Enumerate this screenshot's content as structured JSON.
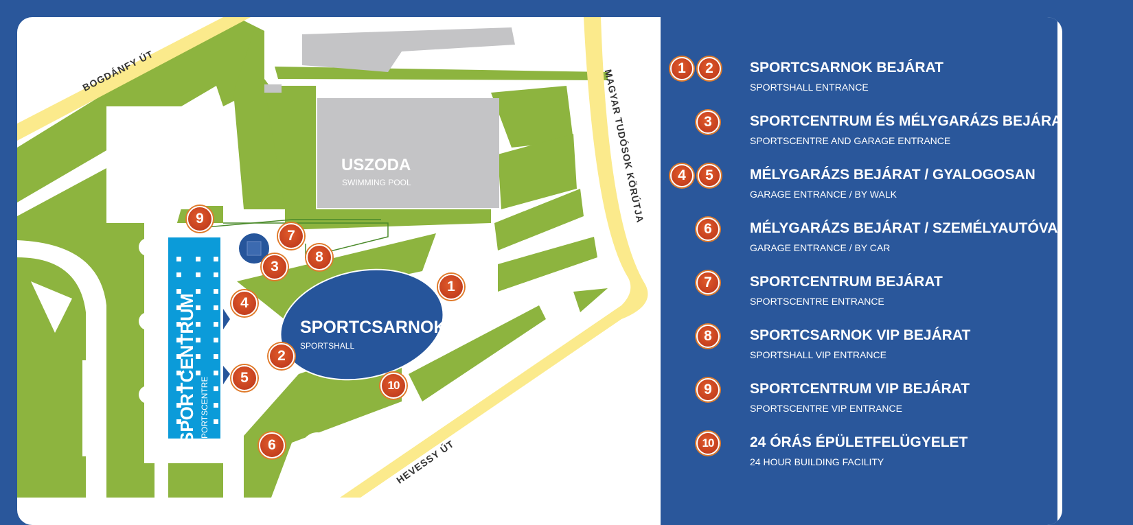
{
  "colors": {
    "frame": "#2a579b",
    "green": "#8db43f",
    "road": "#fbea8c",
    "building": "#c4c4c6",
    "sportcentrum": "#0b9bd9",
    "sportshall": "#26559b",
    "marker": "#c8411c"
  },
  "map": {
    "roads": {
      "bogdanfy": "BOGDÁNFY ÚT",
      "magyar": "MAGYAR TUDÓSOK KÖRÚTJA",
      "hevessy": "HEVESSY ÚT"
    },
    "buildings": {
      "uszoda": {
        "title": "USZODA",
        "subtitle": "SWIMMING POOL"
      },
      "sportcsarnok": {
        "title": "SPORTCSARNOK",
        "subtitle": "SPORTSHALL"
      },
      "sportcentrum": {
        "title": "SPORTCENTRUM",
        "subtitle": "SPORTSCENTRE"
      }
    },
    "markers": [
      "1",
      "2",
      "3",
      "4",
      "5",
      "6",
      "7",
      "8",
      "9",
      "10"
    ]
  },
  "legend": [
    {
      "numbers": [
        "1",
        "2"
      ],
      "title": "SPORTCSARNOK BEJÁRAT",
      "subtitle": "SPORTSHALL ENTRANCE"
    },
    {
      "numbers": [
        "3"
      ],
      "title": "SPORTCENTRUM ÉS MÉLYGARÁZS BEJÁRAT",
      "subtitle": "SPORTSCENTRE AND GARAGE ENTRANCE"
    },
    {
      "numbers": [
        "4",
        "5"
      ],
      "title": "MÉLYGARÁZS BEJÁRAT / GYALOGOSAN",
      "subtitle": "GARAGE ENTRANCE / BY WALK"
    },
    {
      "numbers": [
        "6"
      ],
      "title": "MÉLYGARÁZS BEJÁRAT / SZEMÉLYAUTÓVAL",
      "subtitle": "GARAGE ENTRANCE / BY CAR"
    },
    {
      "numbers": [
        "7"
      ],
      "title": "SPORTCENTRUM BEJÁRAT",
      "subtitle": "SPORTSCENTRE ENTRANCE"
    },
    {
      "numbers": [
        "8"
      ],
      "title": "SPORTCSARNOK VIP BEJÁRAT",
      "subtitle": "SPORTSHALL VIP ENTRANCE"
    },
    {
      "numbers": [
        "9"
      ],
      "title": "SPORTCENTRUM VIP BEJÁRAT",
      "subtitle": "SPORTSCENTRE VIP ENTRANCE"
    },
    {
      "numbers": [
        "10"
      ],
      "title": "24 ÓRÁS ÉPÜLETFELÜGYELET",
      "subtitle": "24 HOUR BUILDING FACILITY"
    }
  ]
}
